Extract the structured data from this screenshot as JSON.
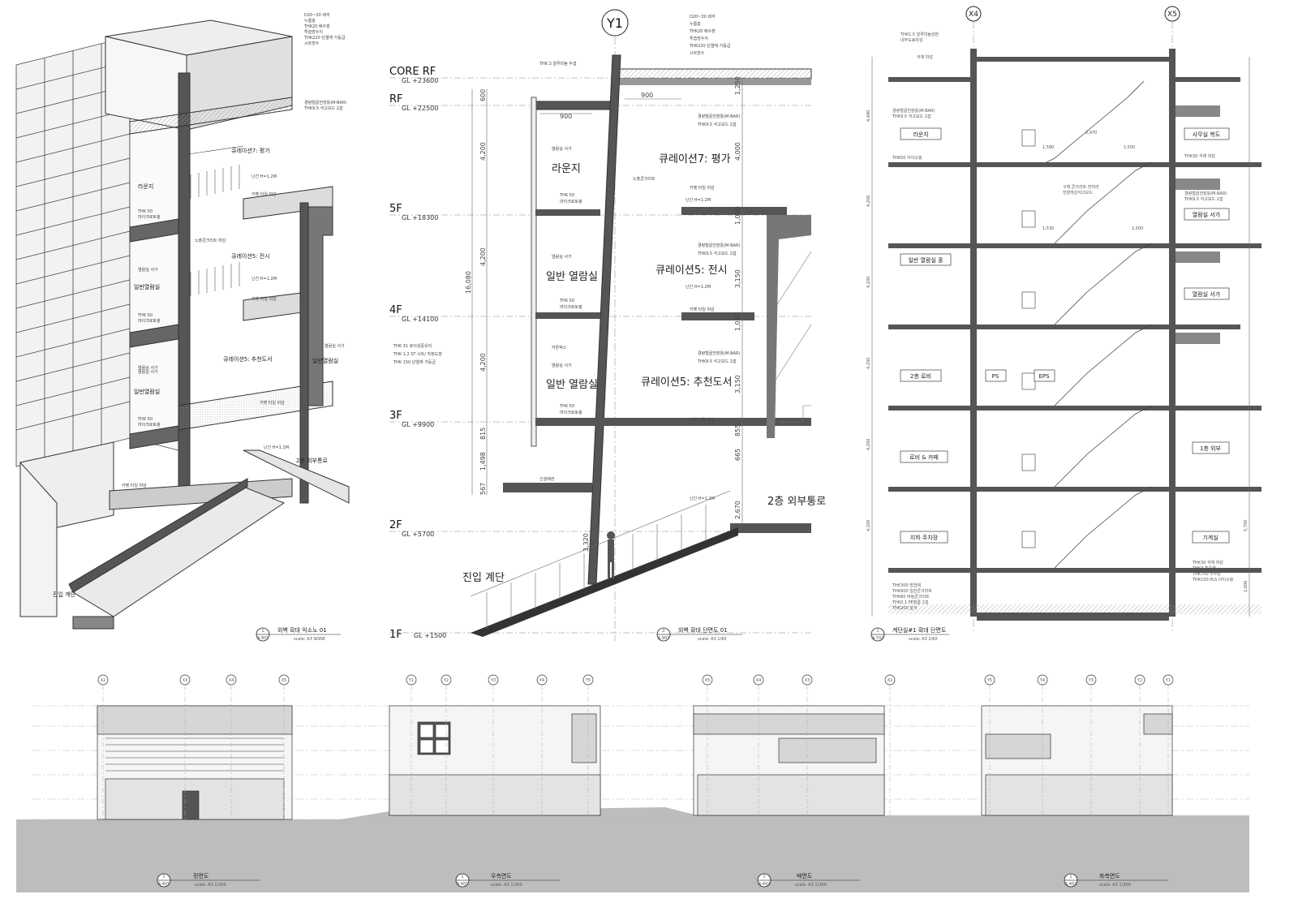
{
  "section_a": {
    "levels": [
      {
        "name": "CORE RF",
        "gl": "GL +23600"
      },
      {
        "name": "RF",
        "gl": "GL +22500"
      },
      {
        "name": "5F",
        "gl": "GL +18300"
      },
      {
        "name": "4F",
        "gl": "GL +14100"
      },
      {
        "name": "3F",
        "gl": "GL +9900"
      },
      {
        "name": "2F",
        "gl": "GL +5700"
      },
      {
        "name": "1F",
        "gl": "GL +1500"
      }
    ],
    "grid_marker": "Y1",
    "roof_notes": [
      "D20~30 쇄석",
      "누름층",
      "THK20 배수판",
      "투습방수지",
      "THK220 단열재 가등급",
      "시트방수"
    ],
    "rooms": [
      "라운지",
      "일반 열람실",
      "일반 열람실",
      "큐레이션7: 평가",
      "큐레이션5: 전시",
      "큐레이션5: 추천도서",
      "2층 외부통로",
      "진입 계단"
    ],
    "notes": {
      "parapet": "THK 3 알루미늄 두겹",
      "exposed_concrete": "노출콘크리트",
      "railing_1": "난간 H=1.2M",
      "railing_2": "난간 H=1.2M",
      "railing_3": "난간 H=1.2M",
      "carpet_1": "카펫 타일 마감",
      "carpet_2": "카펫 타일 마감",
      "carpet_3": "카펫 타일 마감",
      "ceiling_1a": "경량철골천장틀(M-BAR)",
      "ceiling_1b": "THK9.5 석고보드 2겹",
      "ceiling_2a": "경량철골천장틀(M-BAR)",
      "ceiling_2b": "THK9.5 석고보드 2겹",
      "ceiling_3a": "경량철골천장틀(M-BAR)",
      "ceiling_3b": "THK9.5 석고보드 2겹",
      "shelf_1": "열람실 서가",
      "shelf_2": "열람실 서가",
      "shelf_3": "열람실 서가",
      "micro_1a": "THK 50",
      "micro_1b": "마이크로토핑",
      "micro_2a": "THK 50",
      "micro_2b": "마이크로토핑",
      "micro_3a": "THK 50",
      "micro_3b": "마이크로토핑",
      "curtain_box": "커튼박스",
      "glass_1": "THK 31 로이삼중유리",
      "glass_2": "THK 1.2 ST 시트/ 자정도장",
      "glass_3": "THK 150 단열재 가등급",
      "skylight": "신설배관"
    },
    "dims_v": [
      "600",
      "4,200",
      "4,200",
      "4,200",
      "815",
      "1,498",
      "567",
      "16,080",
      "1,250",
      "4,000",
      "1,050",
      "3,150",
      "1,050",
      "3,150",
      "855",
      "665",
      "2,670",
      "3,320"
    ],
    "dims_h": [
      "900",
      "900"
    ],
    "title": "외벽 확대 단면도 01",
    "scale": "scale: A3 1/60",
    "sheet_no": "A-901"
  },
  "iso": {
    "rooms": [
      "큐레이션7: 평가",
      "라운지",
      "큐레이션5: 전시",
      "일반열람실",
      "큐레이션5: 추천도서",
      "일반열람실",
      "일반열람실",
      "2층 외부통로",
      "진입 계단"
    ],
    "notes": [
      "D20~30 쇄석",
      "누름층",
      "THK20 배수판",
      "투습방수지",
      "THK220 단열재 가등급",
      "시트방수",
      "경량철골천장틀(M-BAR)",
      "THK9.5 석고보드 2겹",
      "난간 H=1.2M",
      "카펫 타일 마감",
      "노출콘크리트 마감",
      "열람실 서가",
      "THK 50",
      "마이크로토핑",
      "난간 H=1.2M",
      "카펫 타일 마감",
      "열람실 서가",
      "THK 50",
      "마이크로토핑",
      "열람실 서가",
      "카펫 타일 마감",
      "THK 50",
      "마이크로토핑",
      "난간 H=1.2M",
      "카펫 타일 마감",
      "열람실 서가"
    ],
    "title": "외벽 확대 익소노 01",
    "scale": "scale: A3 NONE",
    "sheet_no": "A-901"
  },
  "stair": {
    "grid": [
      "X4",
      "X5"
    ],
    "rooms": [
      "라운지",
      "일반 열람실 홀",
      "2층 로비",
      "로비 & 카페",
      "지하 주차장",
      "PS",
      "EPS",
      "사무실 복도",
      "열람실 서가",
      "열람실 서가",
      "1층 외부",
      "기계실"
    ],
    "notes": [
      "THK1.5 알루미늄강판",
      "내부도료마감",
      "석재 마감",
      "경량철골천장틀(M-BAR)",
      "THK9.5 석고보드 2겹",
      "THK50 아이소핑",
      "THK30 석재 마감",
      "경량철골천장틀(M-BAR)",
      "THK9.5 석고보드 2겹",
      "구체 콘크리트 전처리",
      "천장마감석고보드",
      "THK300 방습제",
      "THK600 일반콘크리트",
      "THK60 버림콘크리트",
      "THK0.1 PE필름 2겹",
      "THK200 잡석",
      "THK30 석재 마감",
      "THK3 흡음재",
      "THK750 우수관",
      "THK100 PLS 아이소핑"
    ],
    "dims": [
      "4,480",
      "4,200",
      "4,200",
      "4,200",
      "4,200",
      "4,200",
      "5,700",
      "2,000",
      "1,580",
      "2,970",
      "1,500",
      "1,500",
      "1,530"
    ],
    "title": "계단실#1 확대 단면도",
    "scale": "scale: A3 1/60",
    "sheet_no": "A-702"
  },
  "elevations": [
    {
      "title": "정면도",
      "scale": "scale: A3 1/300",
      "sheet_no": "A-401",
      "grid": [
        "X2",
        "X3",
        "X4",
        "X5"
      ]
    },
    {
      "title": "우측면도",
      "scale": "scale: A3 1/300",
      "sheet_no": "A-401",
      "grid": [
        "Y1",
        "Y2",
        "Y3",
        "Y4",
        "Y5"
      ]
    },
    {
      "title": "배면도",
      "scale": "scale: A3 1/300",
      "sheet_no": "A-402",
      "grid": [
        "X5",
        "X4",
        "X3",
        "X2"
      ]
    },
    {
      "title": "좌측면도",
      "scale": "scale: A3 1/300",
      "sheet_no": "A-402",
      "grid": [
        "Y5",
        "Y4",
        "Y3",
        "Y2",
        "Y1"
      ]
    }
  ],
  "panel_no": [
    "1",
    "2",
    "1",
    "1",
    "1",
    "1",
    "1"
  ],
  "colors": {
    "line": "#222222",
    "concrete": "#555555",
    "fill": "#d6d6d6",
    "ground": "#bdbdbd",
    "paper": "#ffffff"
  }
}
